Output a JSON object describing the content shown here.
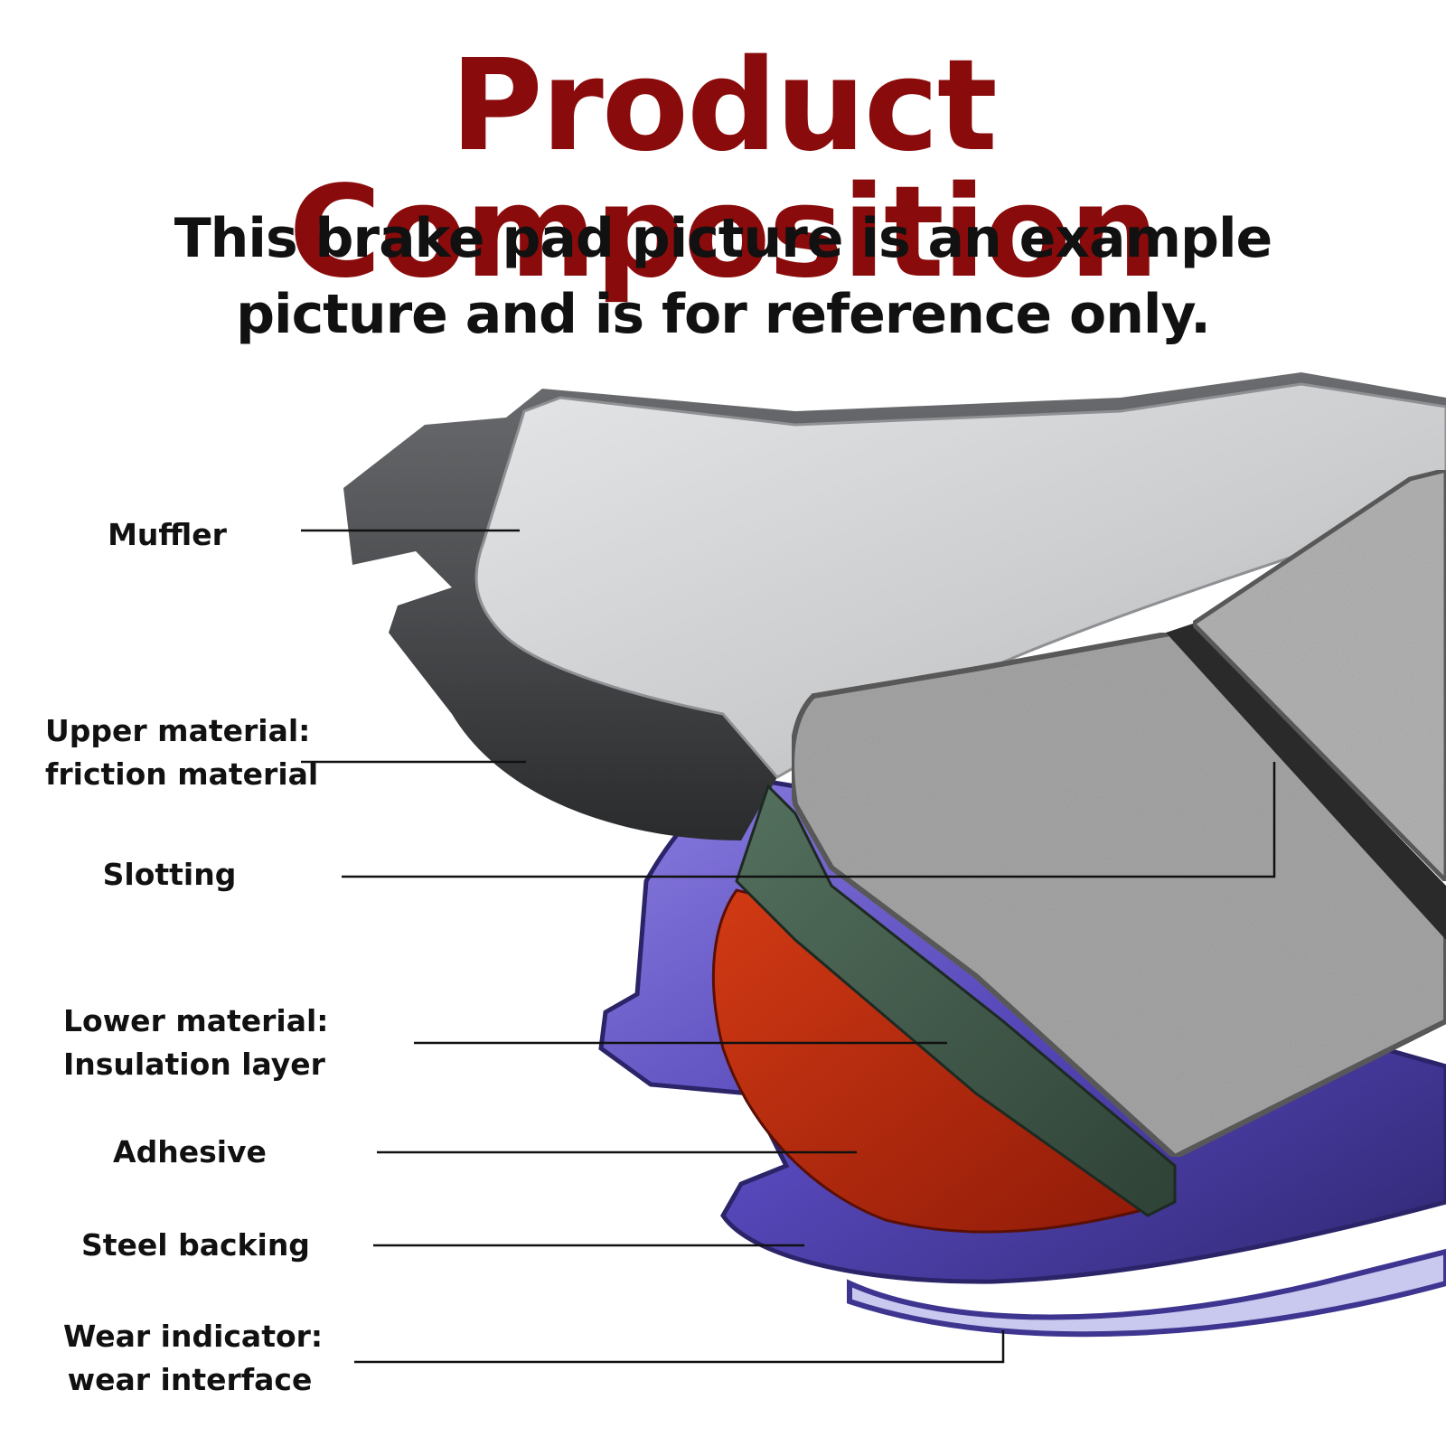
{
  "title": "Product Composition",
  "subtitle": "This brake pad picture is an example picture and is for reference only.",
  "labels": {
    "muffler": "Muffler",
    "upper_material_line1": "Upper material:",
    "upper_material_line2": "friction material",
    "slotting": "Slotting",
    "lower_material_line1": "Lower material:",
    "lower_material_line2": "Insulation layer",
    "adhesive": "Adhesive",
    "steel_backing": "Steel backing",
    "wear_indicator_line1": "Wear indicator:",
    "wear_indicator_line2": "wear interface"
  },
  "colors": {
    "title": "#8a0b0b",
    "text": "#111111",
    "shim_light": "#cfd1d3",
    "shim_dark": "#3a3b3d",
    "friction": "#a9a9a9",
    "insulation": "#3f5a4a",
    "adhesive": "#b0230c",
    "steel_backing": "#6655cc",
    "wear_indicator": "#c9c8ee"
  }
}
